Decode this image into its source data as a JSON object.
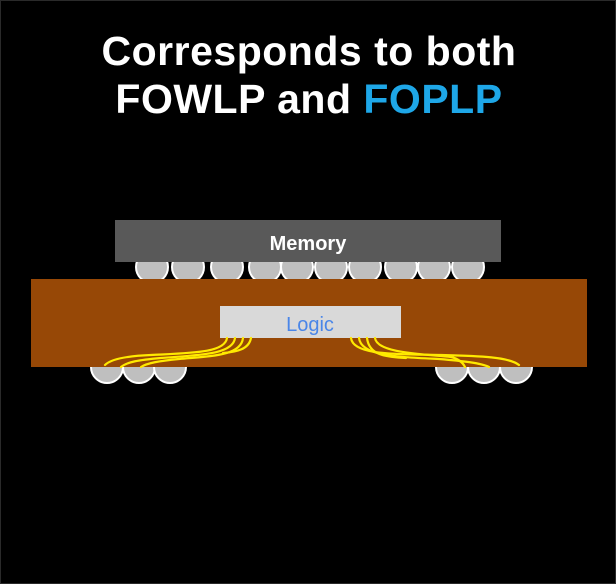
{
  "title": {
    "line1": "Corresponds to both",
    "line2_prefix": "FOWLP and ",
    "line2_accent": "FOPLP"
  },
  "diagram": {
    "memory_label": "Memory",
    "logic_label": "Logic"
  },
  "colors": {
    "background": "#000000",
    "title_text": "#ffffff",
    "title_accent": "#1ea7e8",
    "memory_fill": "#595959",
    "memory_text": "#ffffff",
    "substrate_fill": "#974806",
    "logic_fill": "#d9d9d9",
    "logic_text": "#4a86e8",
    "bump_fill": "#bfbfbf",
    "bump_stroke": "#ffffff",
    "wire": "#ffea00"
  }
}
